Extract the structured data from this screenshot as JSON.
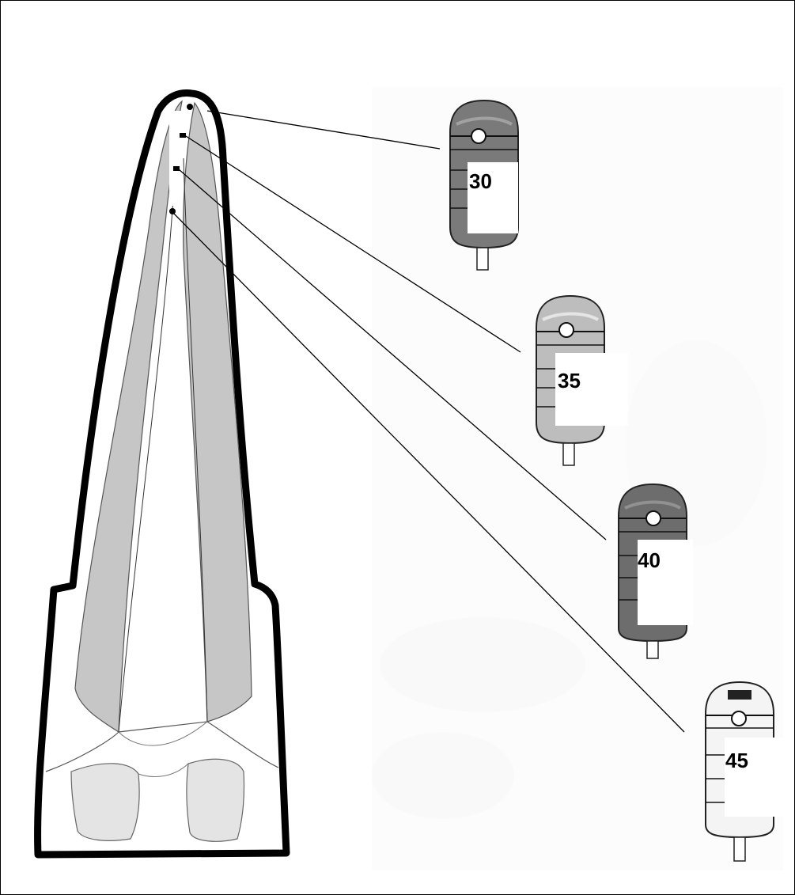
{
  "file_sizes": [
    {
      "label": "30",
      "shade": "dark"
    },
    {
      "label": "35",
      "shade": "light"
    },
    {
      "label": "40",
      "shade": "dark"
    },
    {
      "label": "45",
      "shade": "white"
    }
  ],
  "colors": {
    "outline": "#000000",
    "canal_wall": "#c6c6c6",
    "dark_instrument": "#7a7a7a",
    "light_instrument": "#bdbdbd",
    "white_instrument": "#f4f4f4",
    "texture": "#e9e9e9"
  }
}
